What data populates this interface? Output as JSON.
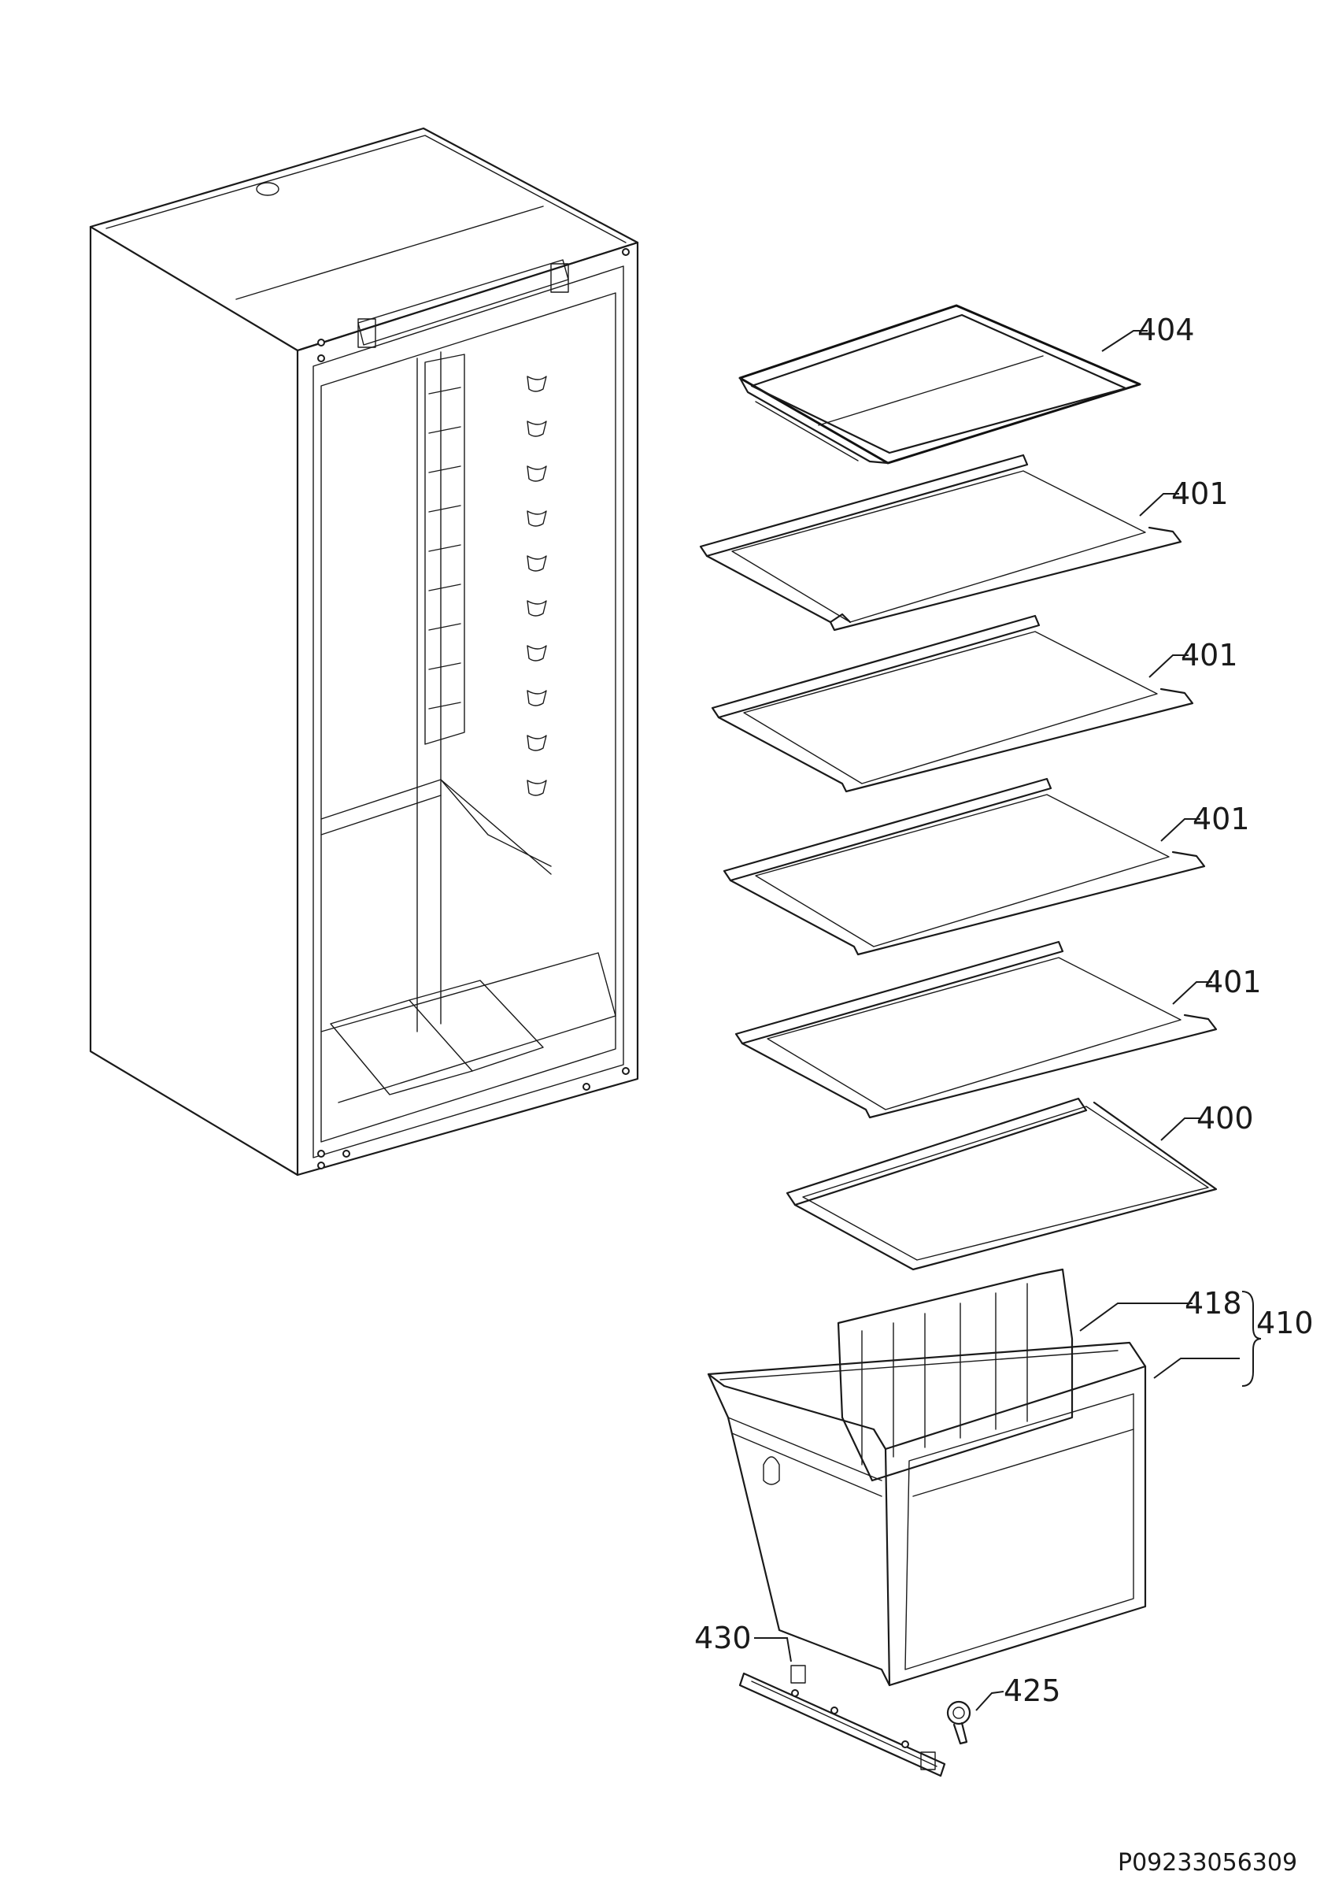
{
  "parts": [
    {
      "id": "404",
      "label": "404"
    },
    {
      "id": "401a",
      "label": "401"
    },
    {
      "id": "401b",
      "label": "401"
    },
    {
      "id": "401c",
      "label": "401"
    },
    {
      "id": "401d",
      "label": "401"
    },
    {
      "id": "400",
      "label": "400"
    },
    {
      "id": "418",
      "label": "418"
    },
    {
      "id": "410",
      "label": "410"
    },
    {
      "id": "430",
      "label": "430"
    },
    {
      "id": "425",
      "label": "425"
    }
  ],
  "drawing_code": "P09233056309"
}
